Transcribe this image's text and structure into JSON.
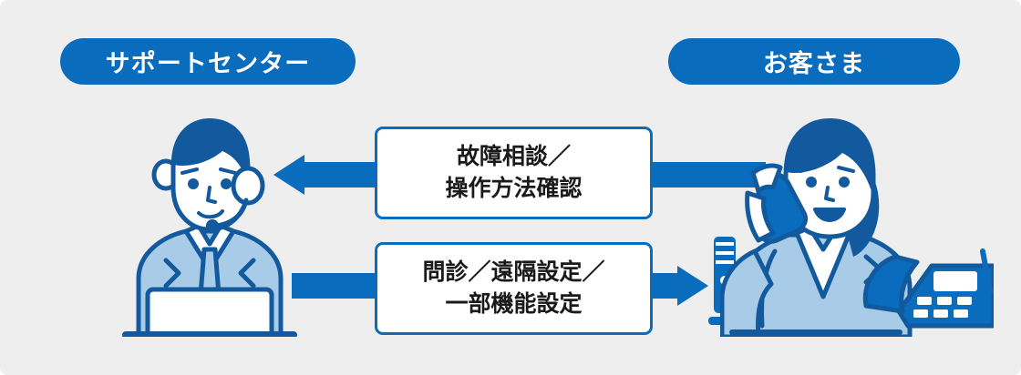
{
  "theme": {
    "background": "#eeeeee",
    "brand_blue": "#0a6cbd",
    "dark_blue": "#12599e",
    "light_blue": "#a8cbe8",
    "white": "#ffffff",
    "text_dark": "#1a1a1a"
  },
  "headers": {
    "left_pill": "サポートセンター",
    "right_pill": "お客さま"
  },
  "flows": [
    {
      "id": "inbound",
      "direction": "right-to-left",
      "lines": [
        "故障相談／",
        "操作方法確認"
      ]
    },
    {
      "id": "outbound",
      "direction": "left-to-right",
      "lines": [
        "問診／遠隔設定／",
        "一部機能設定"
      ]
    }
  ],
  "illustrations": {
    "agent": "support-agent-with-headset-and-laptop",
    "customer": "customer-woman-on-phone",
    "router": "home-router-device",
    "desk_phone": "desk-telephone"
  }
}
